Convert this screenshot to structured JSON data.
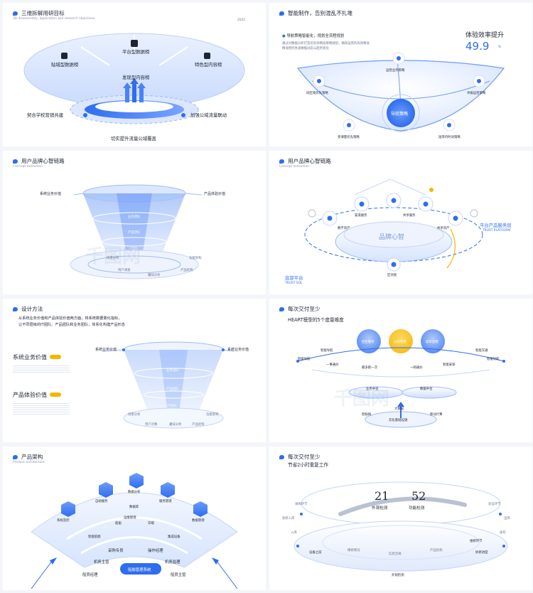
{
  "watermark": "千图网",
  "p1": {
    "title": "三维拆解用研目标",
    "subtitle": "3D disassembly, application and research objectives",
    "date": "2022",
    "labels": [
      "平台型数据榜",
      "贴城型数据榜",
      "特色型内容榜",
      "发现型内容榜",
      "契合学校营销共建",
      "加强公域流量联动",
      "切实提升流量公域覆盖"
    ]
  },
  "p2": {
    "title": "智能制作，告别混乱不扎堆",
    "bullet": "导航策略智能化，规划全流程规划",
    "desc1": "通过对数据分析打造的有效精准策略规划，确保运营的高效精准",
    "desc2": "精准把控各类数据动态与趋势变化",
    "kpi_label": "体验效率提升",
    "kpi_value": "49.9",
    "kpi_unit": "%",
    "center_label": "导航策略",
    "nodes": [
      "运营业务策略",
      "同区域优先策略",
      "举报运营策略",
      "受课量优先策略",
      "短等待时间策略"
    ]
  },
  "p3": {
    "title": "用户品牌心智链路",
    "subtitle": "Concept extraction",
    "left_label": "系统业务价值",
    "right_label": "产品体验价值",
    "layers": [
      "业务团队",
      "产品团队",
      "IT团队"
    ],
    "bottom": [
      "场景分析",
      "功能架构",
      "用户调查",
      "产品结构",
      "趣味分析"
    ]
  },
  "p4": {
    "title": "用户品牌心智链路",
    "subtitle": "Concept extraction",
    "center": "品牌心智",
    "nodes": [
      "数字资产",
      "渠道服务",
      "共享服务",
      "共享资产",
      "区块链"
    ],
    "left_label": "底部平台",
    "left_sub": "TRUST SOL",
    "right_label": "平台产品服务层",
    "right_sub": "TRUST PLATFORM"
  },
  "p5": {
    "title": "设计方法",
    "desc1": "从系统业务价值和产品体验价值两方面，将系统数据量化指标，",
    "desc2": "让不同层级的IT团队、产品团队和业务团队，体系化构建产品形态",
    "section1": "系统业务价值",
    "section2": "产品体验价值",
    "left_label": "系统业务价值",
    "right_label": "系统业务价值",
    "layers": [
      "业务团队",
      "产品团队",
      "IT团队"
    ],
    "bottom": [
      "场景分析",
      "功能架构",
      "用户对象",
      "趣味分析",
      "产品结构"
    ]
  },
  "p6": {
    "title": "每次交付至少",
    "subtitle": "HEART模型的5个度量维度",
    "bubbles": [
      "回生服务",
      "公共管理",
      "城市治理"
    ],
    "left_items": [
      "智能导航",
      "智能导航",
      "一事通办",
      "最多跑一次",
      "一网通办",
      "智能安保",
      "智能交通",
      "智能导航"
    ],
    "platforms": [
      "业务中台",
      "数据中台"
    ],
    "base": [
      "智联网",
      "大数据",
      "云化基础设施",
      "移动计算"
    ]
  },
  "p7": {
    "title": "产品架构",
    "subtitle": "Product architecture",
    "hexes": [
      "自助服务",
      "数据分析",
      "服务管理",
      "系统监控",
      "数据管理",
      "运维管理"
    ],
    "arcs": [
      "数据库",
      "船舶",
      "岸端",
      "智能航图",
      "集成设备"
    ],
    "roles": [
      "采购专员",
      "操作经理",
      "机务主管",
      "机务监理",
      "船员经理",
      "船员主管"
    ],
    "base": "船舶管理系统"
  },
  "p8": {
    "title": "每次交付至少",
    "subtitle": "节省2小时重复工作",
    "stats": [
      {
        "value": "21",
        "label": "外观检测"
      },
      {
        "value": "52",
        "label": "功能检测"
      }
    ],
    "labels": [
      "采购环节",
      "验证环节",
      "保修入库",
      "入库",
      "质检",
      "出库",
      "设备之前",
      "维修环节",
      "拆修进度",
      "精修情况",
      "信息合规",
      "产品结构",
      "外观检测"
    ]
  }
}
